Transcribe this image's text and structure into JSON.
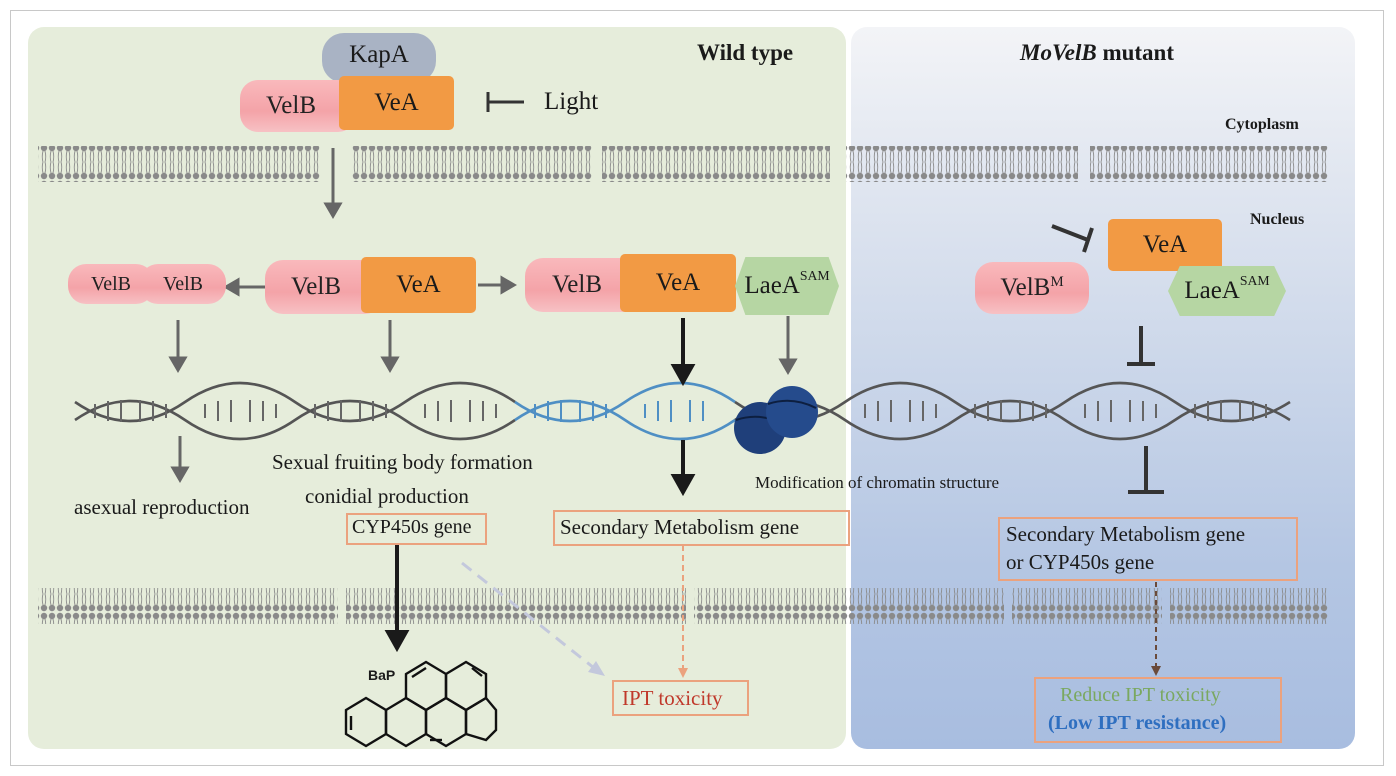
{
  "wild_type": {
    "title": "Wild type",
    "kapa": "KapA",
    "velb_top": "VelB",
    "vea_top": "VeA",
    "light": "Light",
    "velb_dimer_1": "VelB",
    "velb_dimer_2": "VelB",
    "velb_mid": "VelB",
    "vea_mid": "VeA",
    "velb_right": "VelB",
    "vea_right": "VeA",
    "laea": "LaeA",
    "laea_sup": "SAM",
    "asexual": "asexual reproduction",
    "sexual": "Sexual fruiting body formation",
    "conidial": "conidial production",
    "cyp450": "CYP450s gene",
    "secondary": "Secondary Metabolism gene",
    "chromatin": "Modification of chromatin structure",
    "bap": "BaP",
    "ipt_toxicity": "IPT toxicity"
  },
  "mutant": {
    "title_italic": "MoVelB",
    "title_rest": " mutant",
    "cytoplasm": "Cytoplasm",
    "nucleus": "Nucleus",
    "vea": "VeA",
    "velbm": "VelB",
    "velbm_sup": "M",
    "laea": "LaeA",
    "laea_sup": "SAM",
    "gene_line1": "Secondary Metabolism gene",
    "gene_line2": "or CYP450s gene",
    "reduce": "Reduce IPT toxicity",
    "low_resistance": "(Low IPT resistance)"
  },
  "colors": {
    "velb": "#f4a3a8",
    "vea": "#f29a44",
    "kapa": "#a9b3c4",
    "laea": "#b6d6a3",
    "dna_blue": "#4f8fc4",
    "nucleosome": "#1f3f7a",
    "ipt_red": "#c0392b",
    "reduce_green": "#7aa860",
    "low_blue": "#2f6fc0"
  }
}
